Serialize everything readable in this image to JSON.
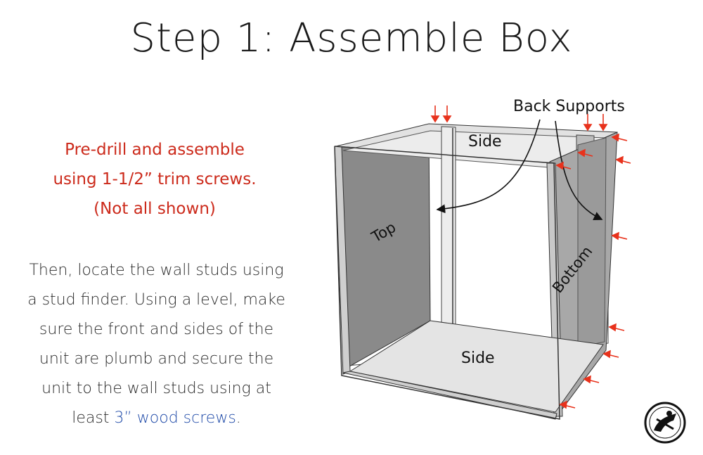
{
  "title": "Step 1: Assemble Box",
  "instructions": {
    "red_lines": [
      "Pre-drill and assemble",
      "using 1-1/2” trim screws.",
      "(Not all shown)"
    ],
    "body_lines": [
      "Then, locate the wall studs using",
      "a stud finder. Using a level, make",
      "sure the front and sides of the",
      "unit are plumb and secure the",
      "unit to the wall studs using at"
    ],
    "last_line_prefix": "least ",
    "last_line_highlight": "3” wood screws",
    "last_line_suffix": "."
  },
  "diagram_labels": {
    "back_supports": "Back Supports",
    "side_top": "Side",
    "side_bottom": "Side",
    "top": "Top",
    "bottom": "Bottom"
  },
  "colors": {
    "red_text": "#cc2a1b",
    "blue_text": "#1f4aa8",
    "arrow_red": "#e8321c"
  },
  "icons": [
    "brand-logo-icon"
  ]
}
